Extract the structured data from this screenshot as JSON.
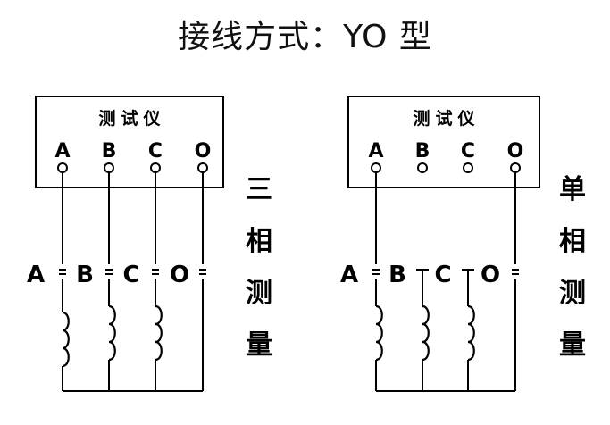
{
  "title": "接线方式：YO 型",
  "left": {
    "box_title": "测试仪",
    "terminals": [
      "A",
      "B",
      "C",
      "O"
    ],
    "line_labels": [
      "A",
      "B",
      "C",
      "O"
    ],
    "side_label": [
      "三",
      "相",
      "测",
      "量"
    ]
  },
  "right": {
    "box_title": "测试仪",
    "terminals": [
      "A",
      "B",
      "C",
      "O"
    ],
    "line_labels": [
      "A",
      "B",
      "C",
      "O"
    ],
    "side_label": [
      "单",
      "相",
      "测",
      "量"
    ]
  }
}
